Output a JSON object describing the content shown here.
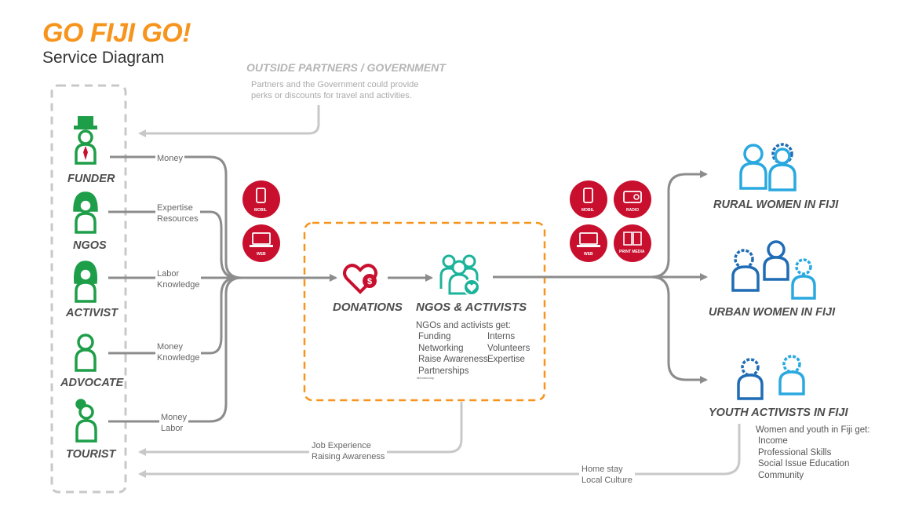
{
  "header": {
    "title": "GO FIJI GO!",
    "subtitle": "Service Diagram"
  },
  "outside_partners": {
    "title": "OUTSIDE PARTNERS / GOVERNMENT",
    "description": [
      "Partners and the Government  could provide",
      "perks or discounts for travel  and activities."
    ]
  },
  "participants": [
    {
      "label": "FUNDER",
      "icon": "funder-icon",
      "offer": [
        "Money"
      ]
    },
    {
      "label": "NGOS",
      "icon": "ngo-icon",
      "offer": [
        "Expertise",
        "Resources"
      ]
    },
    {
      "label": "ACTIVIST",
      "icon": "activist-icon",
      "offer": [
        "Labor",
        "Knowledge"
      ]
    },
    {
      "label": "ADVOCATE",
      "icon": "advocate-icon",
      "offer": [
        "Money",
        "Knowledge"
      ]
    },
    {
      "label": "TOURIST",
      "icon": "tourist-icon",
      "offer": [
        "Money",
        "Labor"
      ]
    }
  ],
  "channels_in": [
    {
      "label": "MOBIL",
      "icon": "mobile-icon"
    },
    {
      "label": "WEB",
      "icon": "laptop-icon"
    }
  ],
  "channels_out": [
    {
      "label": "MOBIL",
      "icon": "mobile-icon"
    },
    {
      "label": "RADIO",
      "icon": "radio-icon"
    },
    {
      "label": "WEB",
      "icon": "laptop-icon"
    },
    {
      "label": "PRINT MEDIA",
      "icon": "print-media-icon"
    }
  ],
  "donations": {
    "label": "DONATIONS",
    "icon": "heart-dollar-icon"
  },
  "ngos_activists": {
    "label": "NGOS & ACTIVISTS",
    "icon": "group-heart-icon",
    "intro": "NGOs and activists get:",
    "benefits_col1": [
      "Funding",
      "Networking",
      "Raise Awareness",
      "Partnerships"
    ],
    "benefits_col2": [
      "Interns",
      "Volunteers",
      "Expertise"
    ],
    "fine_print": "Membership"
  },
  "beneficiaries": [
    {
      "label": "RURAL WOMEN IN FIJI",
      "icon": "two-women-icon"
    },
    {
      "label": "URBAN WOMEN IN FIJI",
      "icon": "three-women-icon"
    },
    {
      "label": "YOUTH ACTIVISTS IN FIJI",
      "icon": "youth-pair-icon"
    }
  ],
  "youth_benefits": {
    "intro": "Women and youth in Fiji get:",
    "items": [
      "Income",
      "Professional Skills",
      "Social Issue Education",
      "Community"
    ]
  },
  "return_flows": [
    {
      "lines": [
        "Job Experience",
        "Raising Awareness"
      ]
    },
    {
      "lines": [
        "Home stay",
        "Local Culture"
      ]
    }
  ],
  "colors": {
    "brand_orange": "#f7941d",
    "participant_green": "#1e9e48",
    "channel_red": "#c8102e",
    "ngo_teal": "#1bb39a",
    "beneficiary_light_blue": "#29a9e0",
    "beneficiary_dark_blue": "#1f6cb5",
    "flow_gray": "#8c8c8c",
    "light_gray": "#c8c8c8"
  }
}
